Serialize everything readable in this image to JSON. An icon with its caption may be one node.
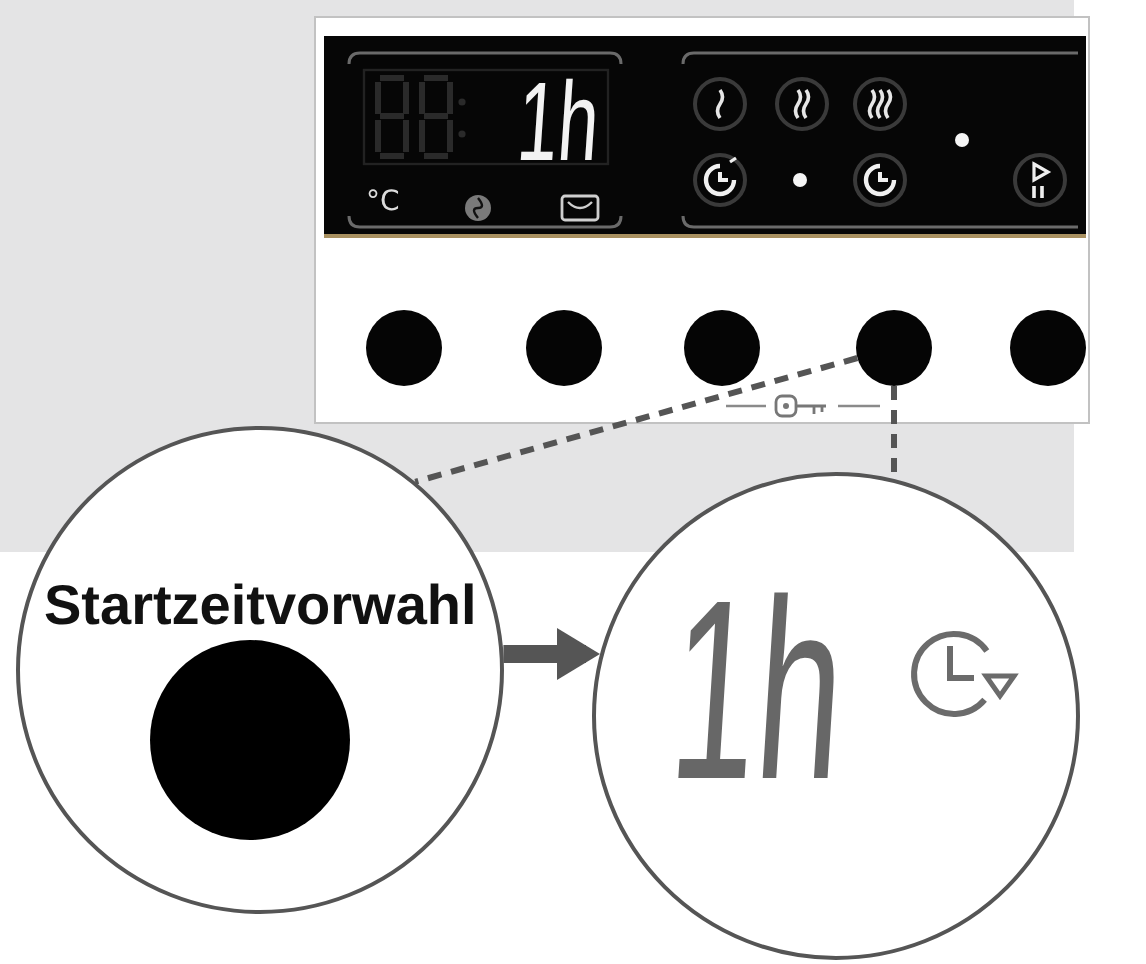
{
  "diagram": {
    "nodes": [
      {
        "text": [
          "1h",
          "°C"
        ]
      },
      {
        "text": [],
        "shape": "circle",
        "in": 0
      },
      {
        "text": [],
        "shape": "circle",
        "in": 0
      },
      {
        "text": [],
        "shape": "circle",
        "in": 0
      },
      {
        "text": [],
        "shape": "circle",
        "in": 0
      },
      {
        "text": [],
        "shape": "circle",
        "in": 0
      },
      {
        "text": [
          "Startzeitvorwahl"
        ]
      },
      {
        "text": [],
        "shape": "circle",
        "in": 6
      },
      {
        "text": [
          "1h"
        ]
      }
    ],
    "edges": [
      {
        "from": 4,
        "to": 6,
        "arrow": "none",
        "style": "dashed"
      },
      {
        "from": 4,
        "to": 8,
        "arrow": "none",
        "style": "dashed"
      },
      {
        "from": 6,
        "to": 8,
        "arrow": "to",
        "style": "thick"
      }
    ]
  }
}
